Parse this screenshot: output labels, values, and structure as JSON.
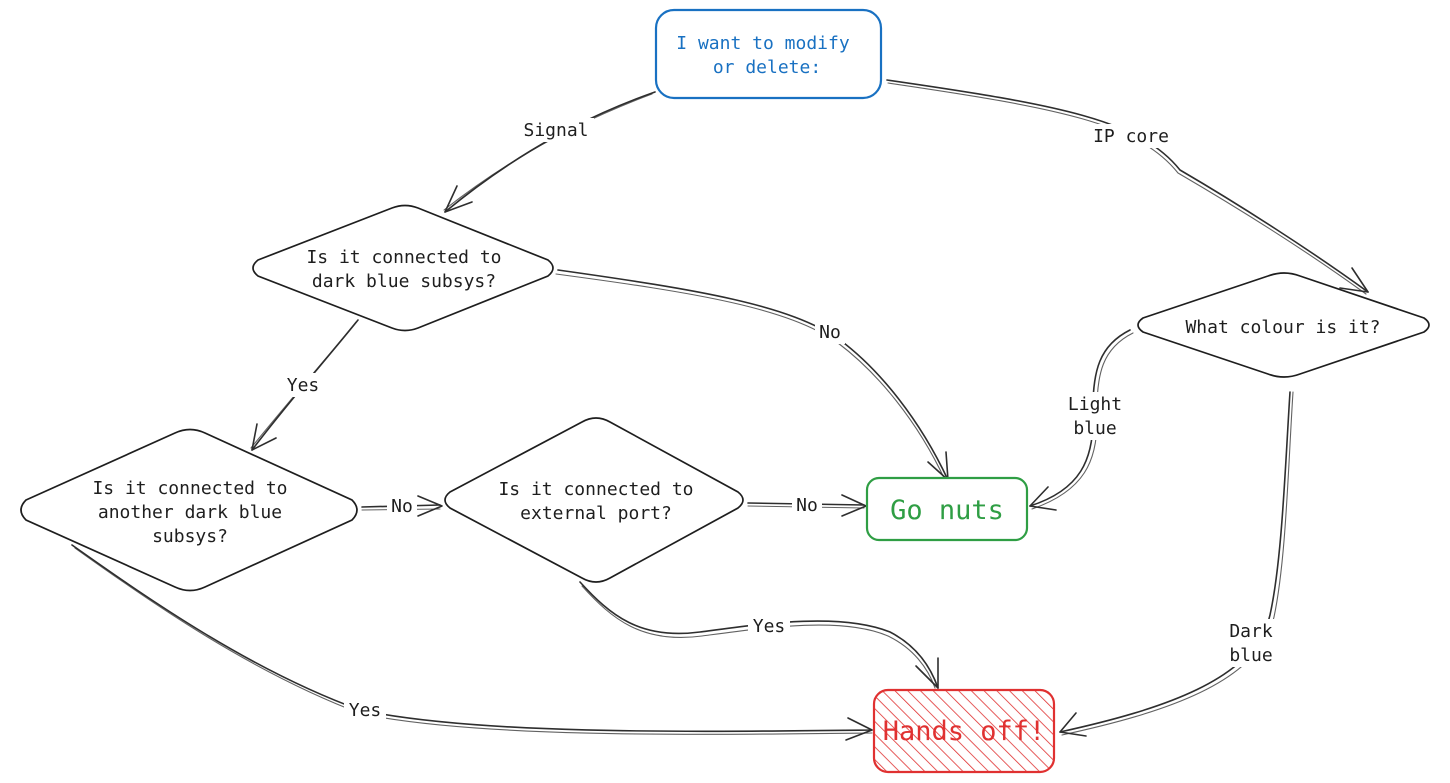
{
  "colors": {
    "start": "#1971c2",
    "go": "#2f9e44",
    "stop": "#e03131",
    "stroke": "#1e1e1e"
  },
  "nodes": {
    "start": {
      "line1": "I want to modify",
      "line2": "or delete:"
    },
    "q_dark_blue": {
      "line1": "Is it connected to",
      "line2": "dark blue subsys?"
    },
    "q_another": {
      "line1": "Is it connected to",
      "line2": "another dark blue",
      "line3": "subsys?"
    },
    "q_external": {
      "line1": "Is it connected to",
      "line2": "external port?"
    },
    "q_colour": {
      "line1": "What colour is it?"
    },
    "go_nuts": {
      "label": "Go nuts"
    },
    "hands_off": {
      "label": "Hands off!"
    }
  },
  "edges": {
    "signal": "Signal",
    "ip_core": "IP core",
    "dark_no": "No",
    "dark_yes": "Yes",
    "another_no": "No",
    "another_yes": "Yes",
    "external_no": "No",
    "external_yes": "Yes",
    "light_blue_1": "Light",
    "light_blue_2": "blue",
    "dark_blue_1": "Dark",
    "dark_blue_2": "blue"
  }
}
